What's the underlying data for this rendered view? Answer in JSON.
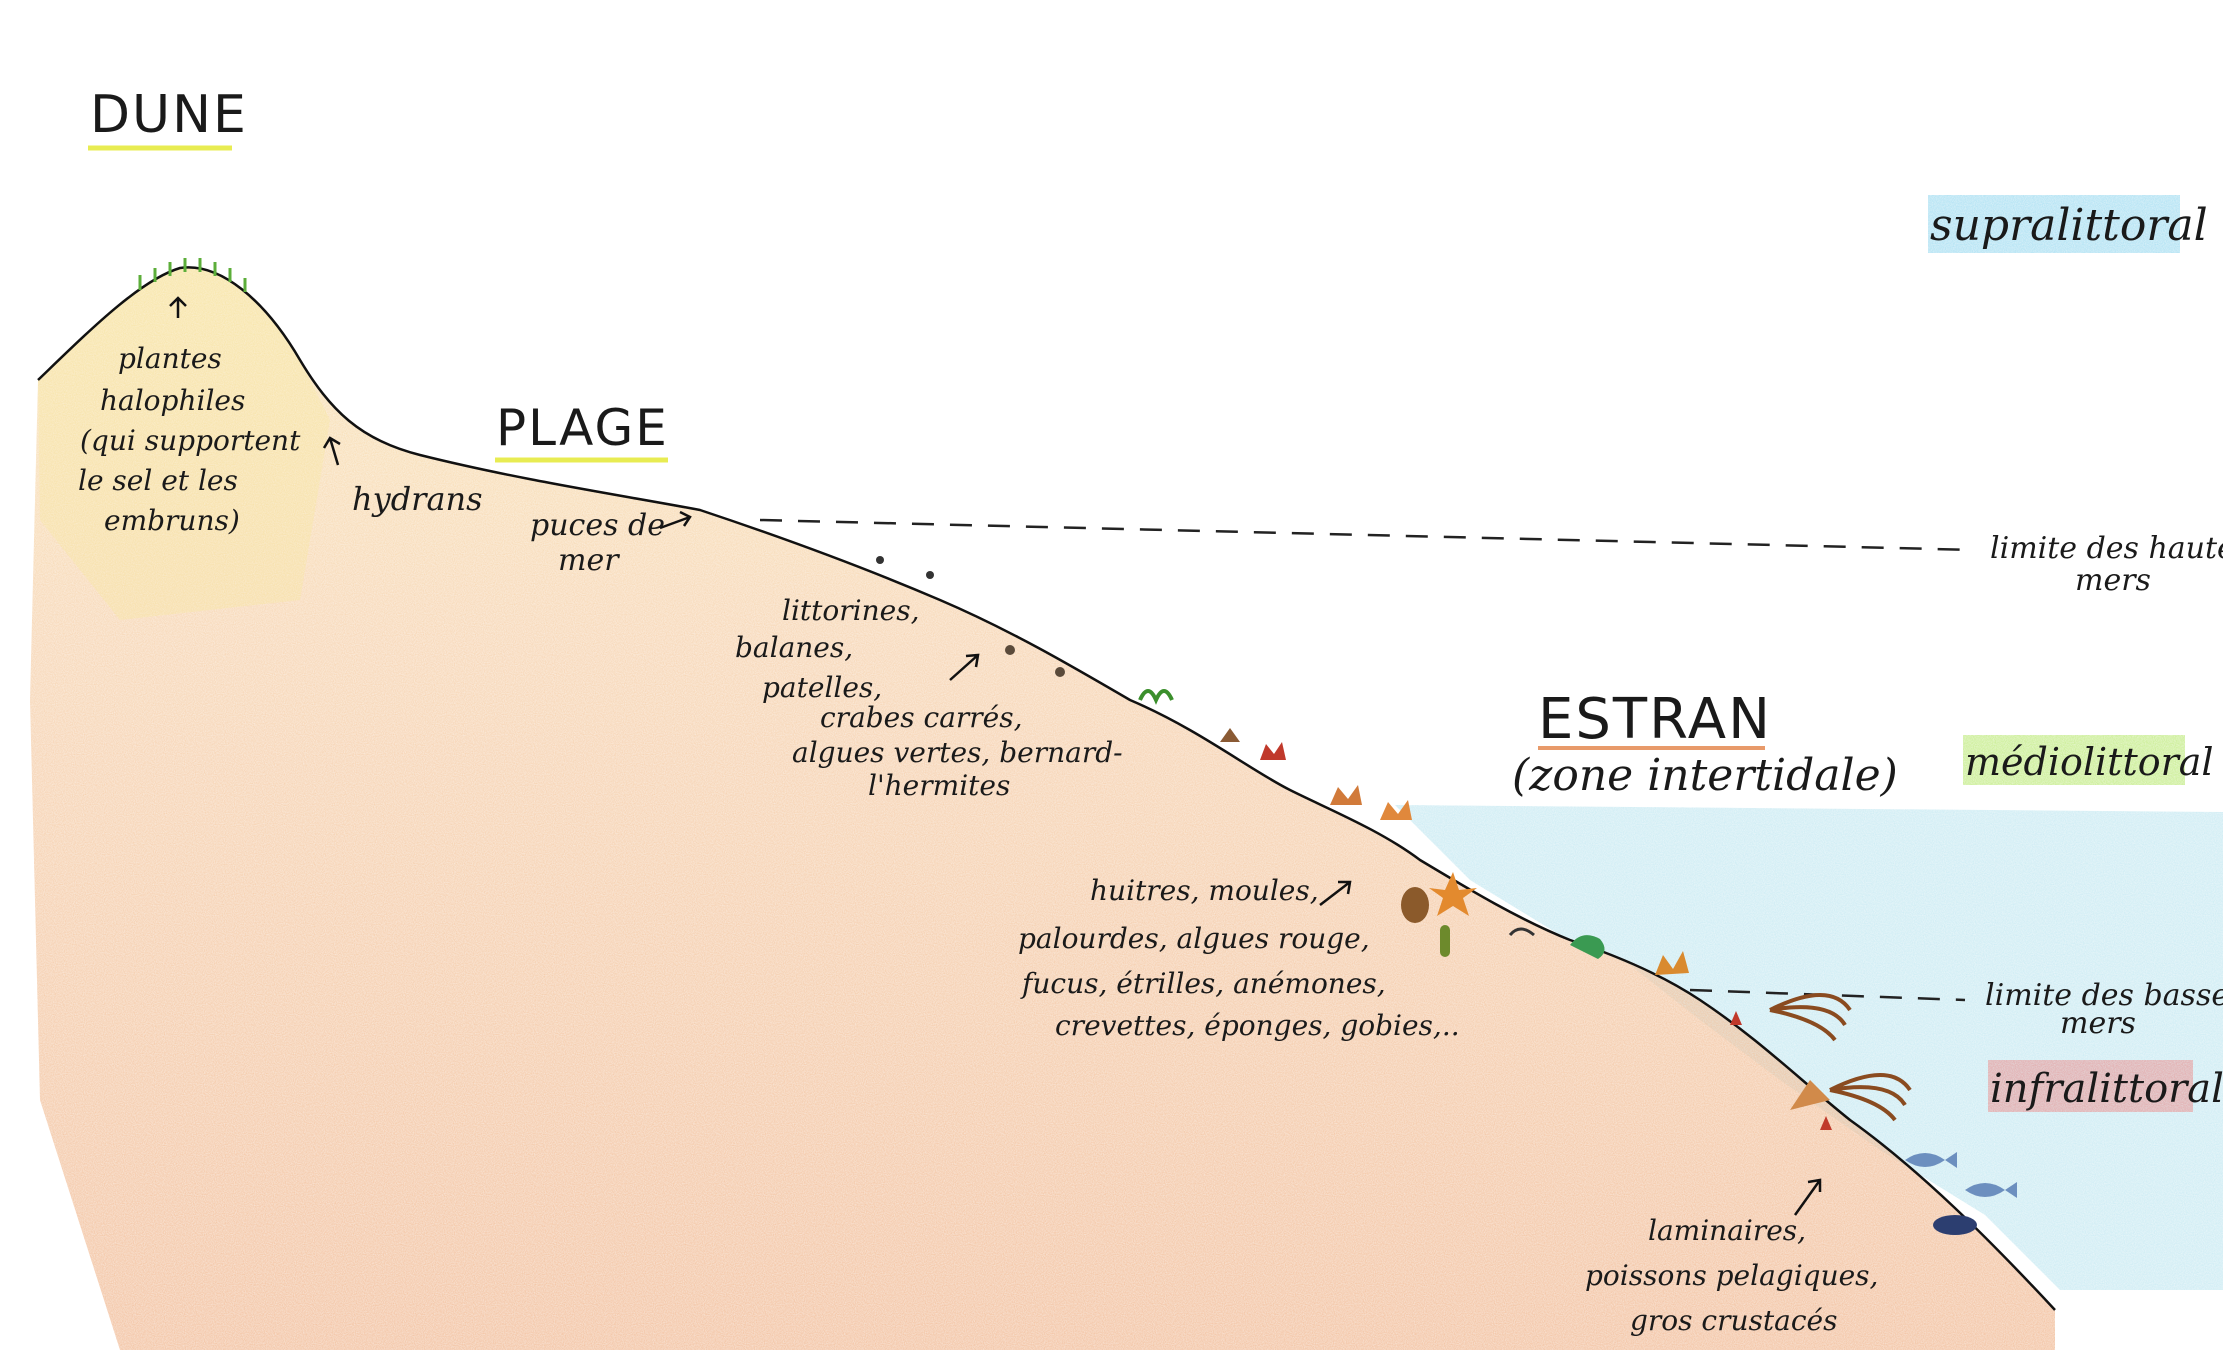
{
  "titles": {
    "dune": "DUNE",
    "plage": "PLAGE",
    "estran": "ESTRAN",
    "estran_sub": "(zone intertidale)"
  },
  "zones": {
    "supralittoral": "supralittoral",
    "mediolittoral": "médiolittoral",
    "infralittoral": "infralittoral"
  },
  "limits": {
    "high_1": "limite des hautes",
    "high_2": "mers",
    "low_1": "limite des basses",
    "low_2": "mers"
  },
  "annotations": {
    "plantes": [
      "plantes",
      "halophiles",
      "(qui supportent",
      "le sel et les",
      "embruns)"
    ],
    "hydrans": "hydrans",
    "puces": [
      "puces de",
      "mer"
    ],
    "littorines": [
      "littorines,",
      "balanes,",
      "patelles,",
      "crabes carrés,",
      "algues vertes, bernard-",
      "l'hermites"
    ],
    "huitres": [
      "huitres, moules,",
      "palourdes, algues rouge,",
      "fucus, étrilles, anémones,",
      "crevettes, éponges, gobies,.."
    ],
    "laminaires": [
      "laminaires,",
      "poissons pelagiques,",
      "gros crustacés"
    ]
  },
  "colors": {
    "sand": "#f4c9a8",
    "sea": "#bfe6f0",
    "supra_highlight": "#a9dff2",
    "medio_highlight": "#c5ec8a",
    "infra_highlight": "#e7a7a7",
    "underline": "#e8ec52",
    "estran_underline": "#e89a6a"
  }
}
